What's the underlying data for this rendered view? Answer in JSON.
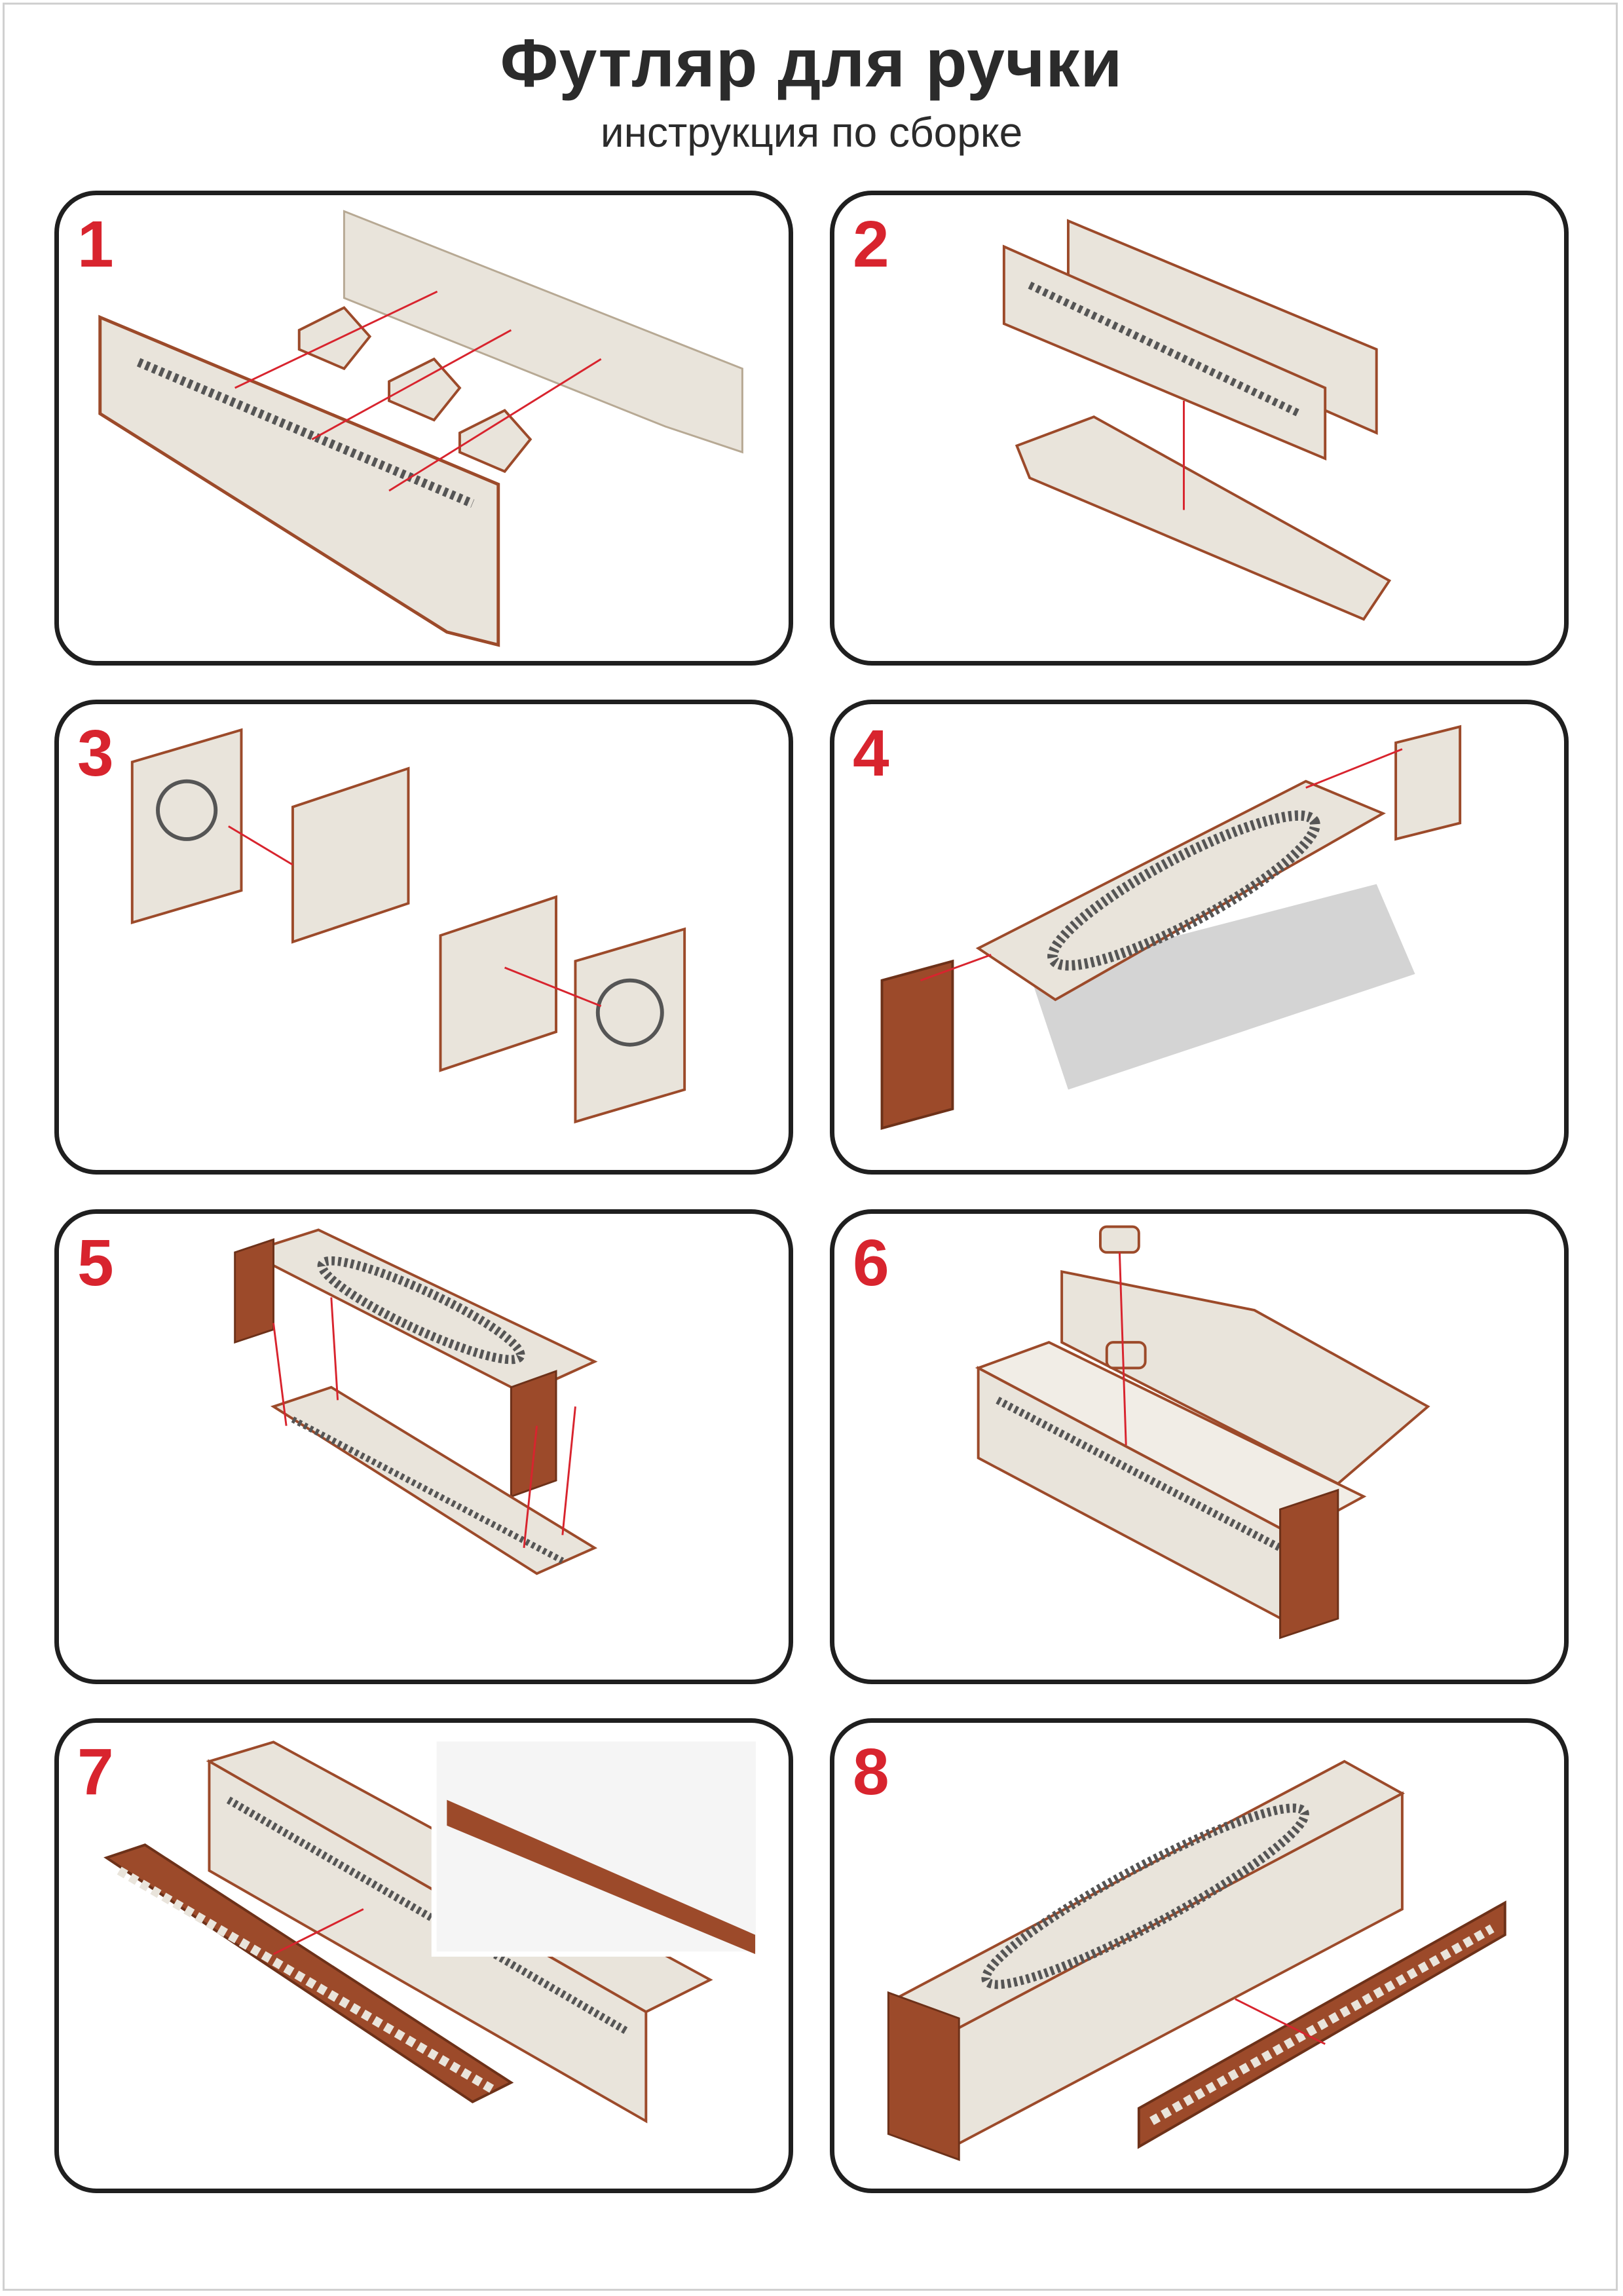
{
  "header": {
    "title": "Футляр для ручки",
    "subtitle": "инструкция по сборке"
  },
  "steps": [
    {
      "number": "1"
    },
    {
      "number": "2"
    },
    {
      "number": "3"
    },
    {
      "number": "4"
    },
    {
      "number": "5"
    },
    {
      "number": "6"
    },
    {
      "number": "7"
    },
    {
      "number": "8"
    }
  ],
  "colors": {
    "accent": "#d8242e",
    "wood_light": "#e9e4db",
    "wood_edge": "#9c4a2a",
    "frame": "#1f1f1f",
    "text": "#2b2b2b"
  }
}
